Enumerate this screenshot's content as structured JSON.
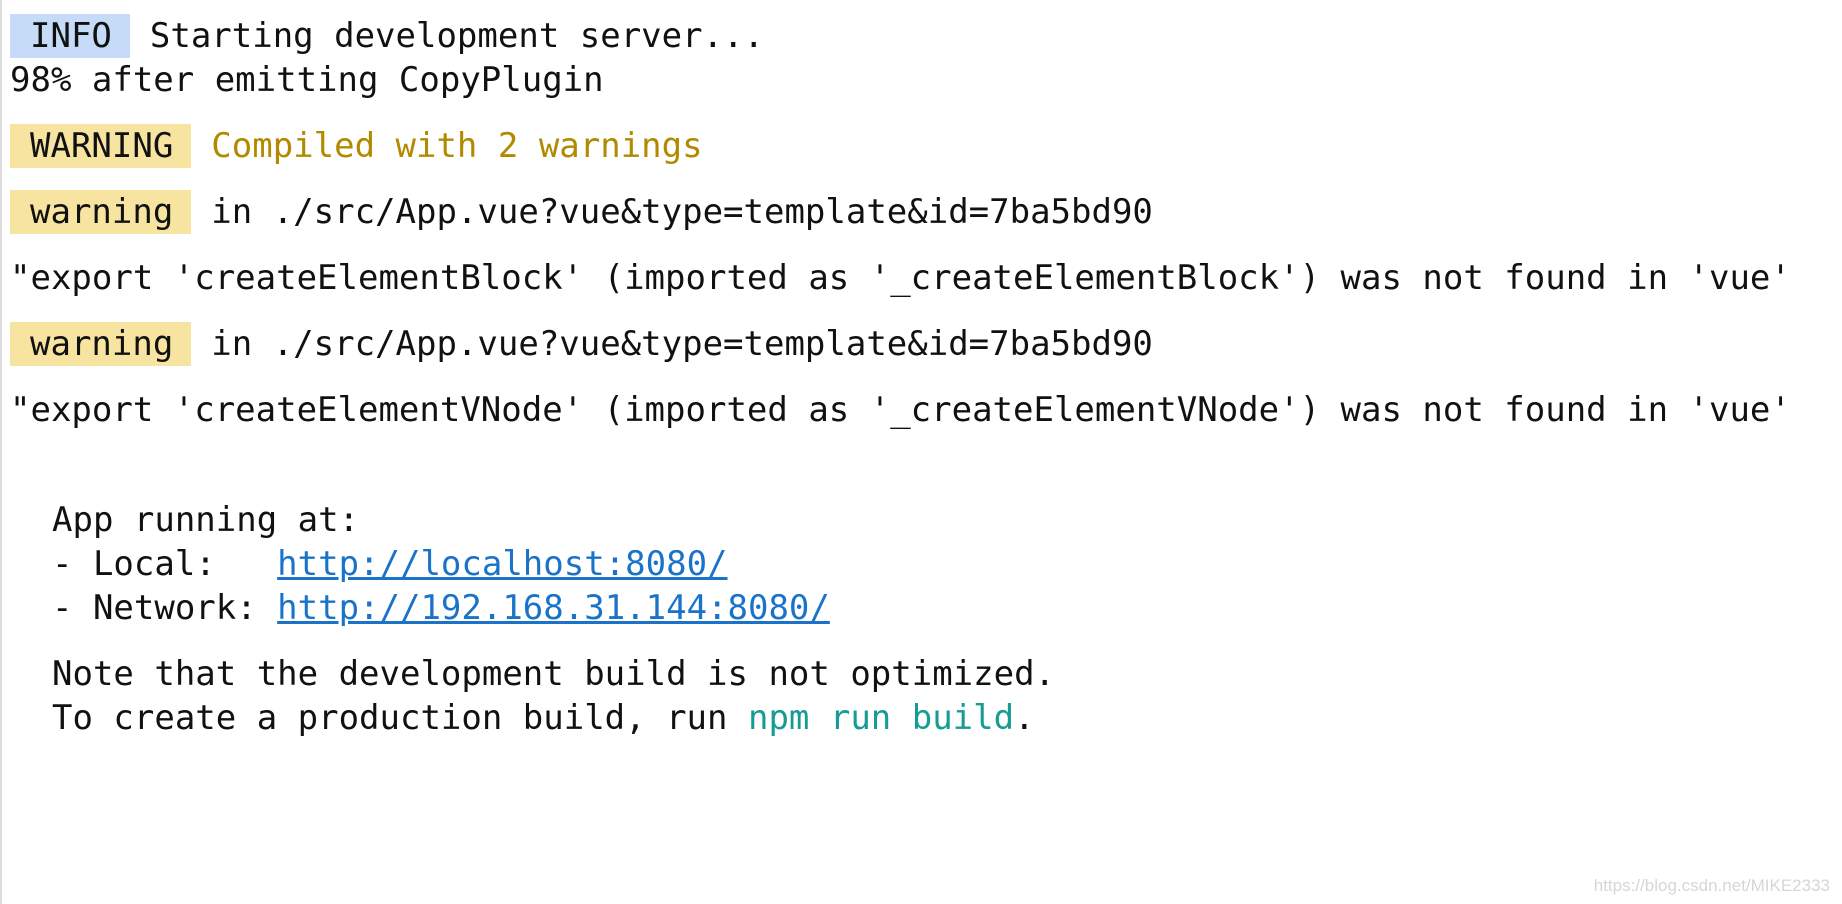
{
  "info": {
    "badge": "INFO",
    "message": "Starting development server..."
  },
  "progress_line": "98% after emitting CopyPlugin",
  "compile": {
    "badge": "WARNING",
    "message": "Compiled with 2 warnings"
  },
  "warnings": [
    {
      "badge": "warning",
      "location": "in ./src/App.vue?vue&type=template&id=7ba5bd90",
      "detail": "\"export 'createElementBlock' (imported as '_createElementBlock') was not found in 'vue'"
    },
    {
      "badge": "warning",
      "location": "in ./src/App.vue?vue&type=template&id=7ba5bd90",
      "detail": "\"export 'createElementVNode' (imported as '_createElementVNode') was not found in 'vue'"
    }
  ],
  "app": {
    "running_label": "App running at:",
    "local_label": "- Local:   ",
    "local_url": "http://localhost:8080/",
    "network_label": "- Network: ",
    "network_url": "http://192.168.31.144:8080/"
  },
  "note": {
    "line1": "Note that the development build is not optimized.",
    "line2_prefix": "To create a production build, run ",
    "command": "npm run build",
    "line2_suffix": "."
  },
  "watermark": "https://blog.csdn.net/MIKE2333",
  "colors": {
    "info_badge": "#c5dbf7",
    "warning_badge": "#f7e4a0",
    "warning_text": "#b28a00",
    "link": "#1a73c9",
    "command": "#169c93"
  }
}
